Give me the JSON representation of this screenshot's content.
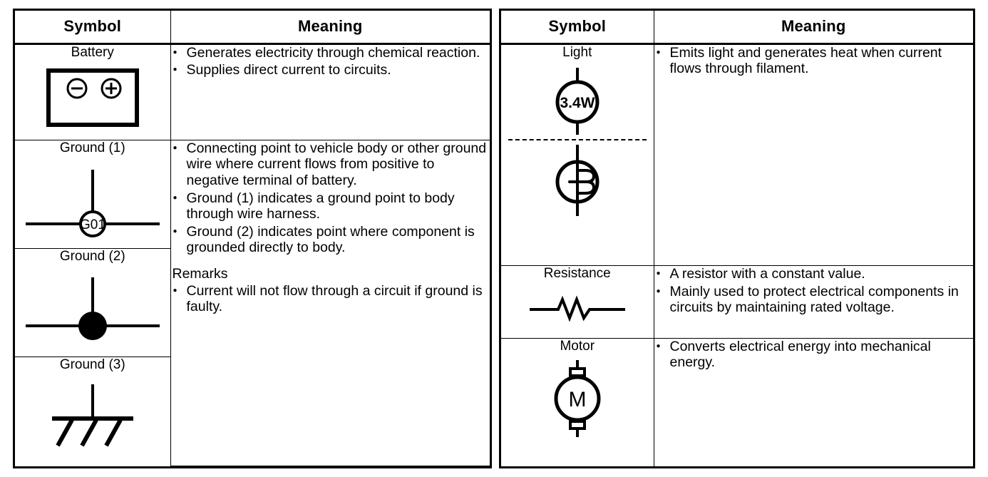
{
  "tables": [
    {
      "id": "left",
      "headers": {
        "symbol": "Symbol",
        "meaning": "Meaning"
      },
      "rows": [
        {
          "symbol_label": "Battery",
          "symbol_icon": "battery-icon",
          "meaning_bullets": [
            "Generates electricity through chemical reaction.",
            "Supplies direct current to circuits."
          ]
        },
        {
          "symbol_label": "Ground (1)",
          "symbol_icon": "ground-1-icon",
          "symbol_text": "G01"
        },
        {
          "symbol_label": "Ground (2)",
          "symbol_icon": "ground-2-icon"
        },
        {
          "symbol_label": "Ground (3)",
          "symbol_icon": "ground-3-icon"
        }
      ],
      "merged_meaning": {
        "bullets": [
          "Connecting point to vehicle body or other ground wire where current flows from positive to negative terminal of battery.",
          "Ground (1) indicates a ground point to body through wire harness.",
          "Ground (2) indicates point where component is grounded directly to body."
        ],
        "remarks_title": "Remarks",
        "remarks_bullets": [
          "Current will not flow through a circuit if ground is faulty."
        ]
      }
    },
    {
      "id": "right",
      "headers": {
        "symbol": "Symbol",
        "meaning": "Meaning"
      },
      "rows": [
        {
          "symbol_label": "Light",
          "symbol_icon": "lamp-icon",
          "symbol_text": "3.4W",
          "symbol_icon_2": "lamp-filament-icon",
          "meaning_bullets": [
            "Emits light and generates heat when current flows through filament."
          ]
        },
        {
          "symbol_label": "Resistance",
          "symbol_icon": "resistor-icon",
          "meaning_bullets": [
            "A resistor with a constant value.",
            "Mainly used to protect electrical components in circuits by maintaining rated voltage."
          ]
        },
        {
          "symbol_label": "Motor",
          "symbol_icon": "motor-icon",
          "symbol_text": "M",
          "meaning_bullets": [
            "Converts electrical energy into mechanical energy."
          ]
        }
      ]
    }
  ],
  "colors": {
    "ink": "#000000",
    "paper": "#ffffff"
  }
}
